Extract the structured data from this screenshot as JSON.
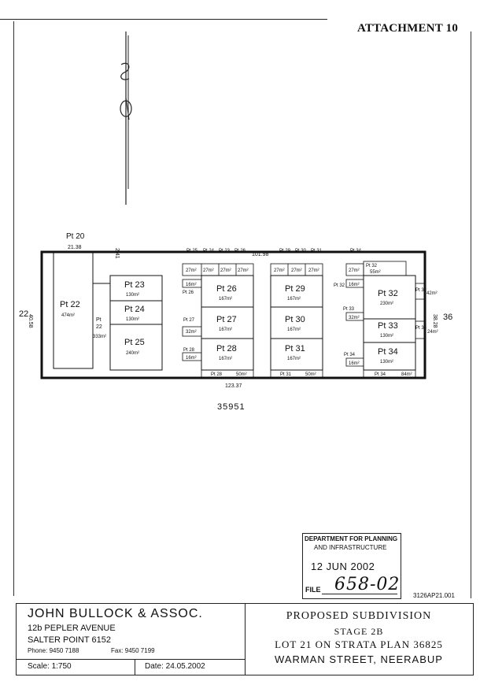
{
  "header": {
    "attachment": "ATTACHMENT 10"
  },
  "plan": {
    "neighbour_lot_top": "Pt 20",
    "dim_top_left": "21.38",
    "dim_top_small": "2.41",
    "dim_top_mid": "101.98",
    "dim_bottom": "123.37",
    "dim_left": "40.58",
    "dim_right": "38.28",
    "lot_left": "22",
    "lot_right": "36",
    "plan_number": "35951",
    "lots": {
      "pt22": {
        "name": "Pt 22",
        "area": "474m²"
      },
      "pt22b": {
        "name": "Pt 22",
        "area": "333m²"
      },
      "pt23": {
        "name": "Pt 23",
        "area": "130m²"
      },
      "pt24": {
        "name": "Pt 24",
        "area": "130m²"
      },
      "pt25": {
        "name": "Pt 25",
        "area": "240m²"
      },
      "pt26": {
        "name": "Pt 26",
        "area": "167m²"
      },
      "pt27": {
        "name": "Pt 27",
        "area": "167m²"
      },
      "pt28": {
        "name": "Pt 28",
        "area": "167m²"
      },
      "pt29": {
        "name": "Pt 29",
        "area": "167m²"
      },
      "pt30": {
        "name": "Pt 30",
        "area": "167m²"
      },
      "pt31": {
        "name": "Pt 31",
        "area": "167m²"
      },
      "pt32": {
        "name": "Pt 32",
        "area": "230m²"
      },
      "pt33": {
        "name": "Pt 33",
        "area": "130m²"
      },
      "pt34": {
        "name": "Pt 34",
        "area": "130m²"
      }
    },
    "small": {
      "top_labels": [
        "Pt 25",
        "Pt 24",
        "Pt 23",
        "Pt 26",
        "Pt 29",
        "Pt 30",
        "Pt 31",
        "Pt 34"
      ],
      "a27": "27m²",
      "a16": "16m²",
      "a32": "32m²",
      "a50": "50m²",
      "a55": "55m²",
      "a42": "42m²",
      "a24": "24m²",
      "a84": "84m²",
      "pt26": "Pt 26",
      "pt27": "Pt 27",
      "pt28": "Pt 28",
      "pt31": "Pt 31",
      "pt32": "Pt 32",
      "pt33": "Pt 33",
      "pt34": "Pt 34"
    }
  },
  "stamp": {
    "line1": "DEPARTMENT FOR PLANNING",
    "line2": "AND INFRASTRUCTURE",
    "date": "12 JUN 2002",
    "file_label": "FILE",
    "file_number": "658-02"
  },
  "drawing_code": "3126AP21.001",
  "titleblock": {
    "firm": "JOHN BULLOCK & ASSOC.",
    "address1": "12b PEPLER AVENUE",
    "address2": "SALTER POINT 6152",
    "phone": "Phone:   9450 7188",
    "fax": "Fax:   9450 7199",
    "scale": "Scale:   1:750",
    "date": "Date:  24.05.2002",
    "title1": "PROPOSED SUBDIVISION",
    "title2": "STAGE 2B",
    "title3": "LOT 21 ON STRATA PLAN 36825",
    "title4": "WARMAN STREET, NEERABUP"
  }
}
